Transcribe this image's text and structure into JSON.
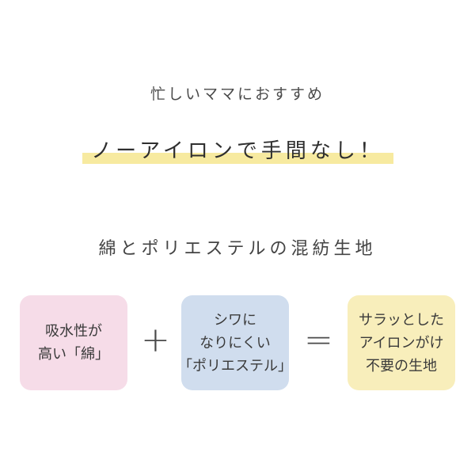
{
  "subtitle": "忙しいママにおすすめ",
  "headline": "ノーアイロンで手間なし！",
  "section_title": "綿とポリエステルの混紡生地",
  "boxes": [
    {
      "lines": [
        "吸水性が",
        "高い「綿」"
      ],
      "color": "#f6dce8"
    },
    {
      "lines": [
        "シワに",
        "なりにくい",
        "「ポリエステル」"
      ],
      "color": "#d0ddee"
    },
    {
      "lines": [
        "サラッとした",
        "アイロンがけ",
        "不要の生地"
      ],
      "color": "#f8eebb"
    }
  ],
  "operators": {
    "plus": "+",
    "equals": "="
  },
  "highlight_color": "#f7eaa0"
}
